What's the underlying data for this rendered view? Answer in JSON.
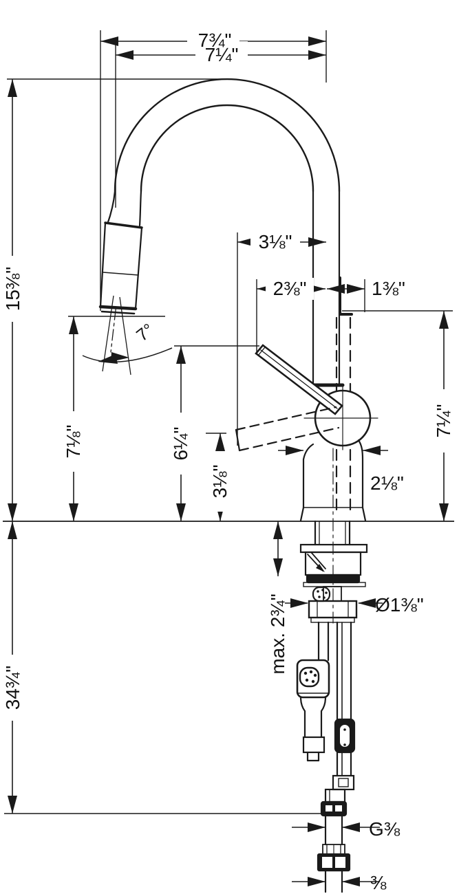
{
  "page": {
    "background": "#ffffff",
    "line_color": "#1a1a1a"
  },
  "diagram": {
    "type": "technical-dimension-drawing",
    "subject": "pull-down kitchen faucet with supply hoses",
    "dimensions": {
      "spout_reach_overall": "7¾\"",
      "spout_reach_inner": "7¼\"",
      "deck_to_spout_top": "15⅜\"",
      "hose_to_center": "3⅛\"",
      "handle_to_center": "2⅜\"",
      "center_to_rear": "1⅜\"",
      "deck_to_spray_outlet": "7⅛\"",
      "deck_to_handle_up": "6¼\"",
      "deck_to_handle_down": "3⅛\"",
      "deck_to_outlet": "7¼\"",
      "base_width": "2⅛\"",
      "max_deck_thickness": "max. 2¾\"",
      "shank_diameter": "Ø1⅜\"",
      "deck_to_hose_end": "34¾\"",
      "spray_swivel_angle": "7°",
      "supply_thread": "G⅜",
      "supply_nut": "⅜"
    }
  }
}
